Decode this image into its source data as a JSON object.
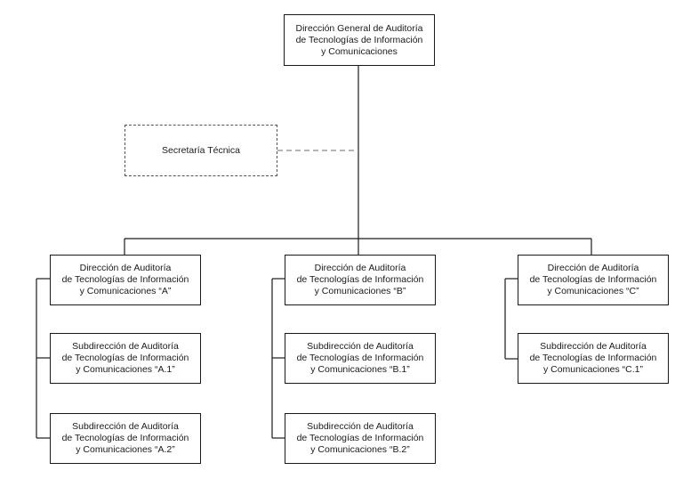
{
  "org_chart": {
    "root": "Dirección General de Auditoría\nde Tecnologías de Información\ny Comunicaciones",
    "staff": "Secretaría Técnica",
    "branch_a": {
      "direccion": "Dirección de Auditoría\nde Tecnologías de Información\ny Comunicaciones “A”",
      "sub_1": "Subdirección de Auditoría\nde Tecnologías de Información\ny Comunicaciones “A.1”",
      "sub_2": "Subdirección de Auditoría\nde Tecnologías de Información\ny Comunicaciones “A.2”"
    },
    "branch_b": {
      "direccion": "Dirección de Auditoría\nde Tecnologías de Información\ny Comunicaciones “B”",
      "sub_1": "Subdirección de Auditoría\nde Tecnologías de Información\ny Comunicaciones “B.1”",
      "sub_2": "Subdirección de Auditoría\nde Tecnologías de Información\ny Comunicaciones “B.2”"
    },
    "branch_c": {
      "direccion": "Dirección de Auditoría\nde Tecnologías de Información\ny Comunicaciones “C”",
      "sub_1": "Subdirección de Auditoría\nde Tecnologías de Información\ny Comunicaciones “C.1”"
    }
  }
}
